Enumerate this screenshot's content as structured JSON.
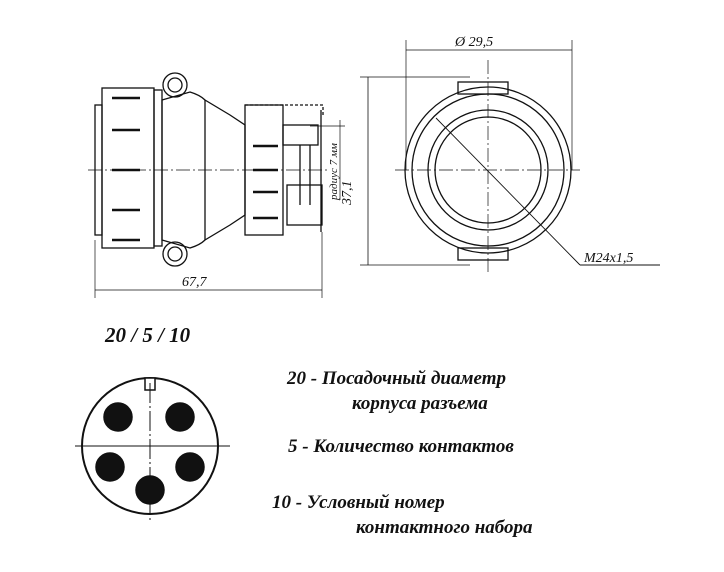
{
  "drawing": {
    "dimensions": {
      "length": "67,7",
      "height": "37,1",
      "diameter": "Ø 29,5",
      "thread": "M24x1,5",
      "radius_note": "радиус 7 мм"
    }
  },
  "designation": {
    "code": "20 / 5 / 10",
    "legend": [
      {
        "num": "20",
        "text_line1": "Посадочный диаметр",
        "text_line2": "корпуса разъема"
      },
      {
        "num": "5",
        "text_line1": "Количество контактов"
      },
      {
        "num": "10",
        "text_line1": "Условный номер",
        "text_line2": "контактного набора"
      }
    ]
  }
}
